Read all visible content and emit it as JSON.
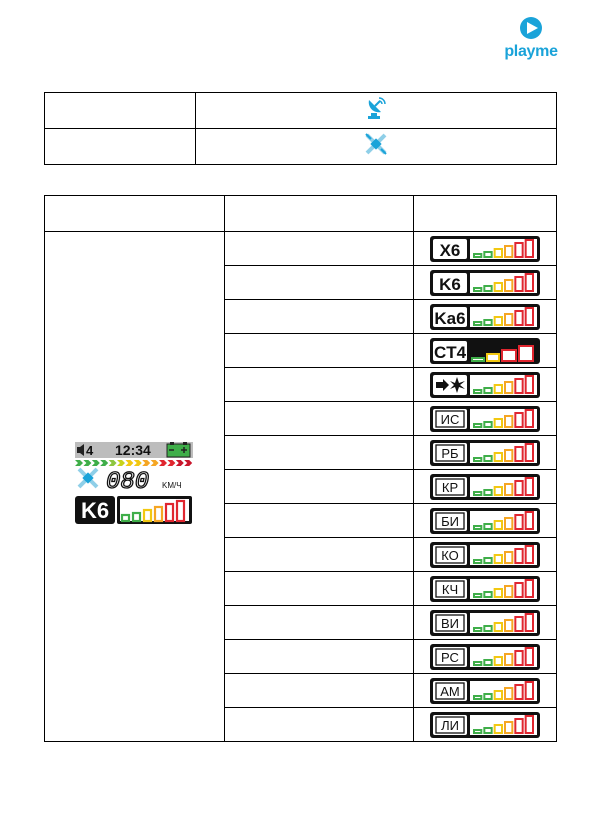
{
  "brand": {
    "name": "playme",
    "color": "#1aa3d9"
  },
  "top_table": {
    "rows": [
      {
        "label": "",
        "icon": "satellite-dish-icon"
      },
      {
        "label": "",
        "icon": "gps-satellite-crossed-icon"
      }
    ]
  },
  "main_table": {
    "headers": [
      "",
      "",
      ""
    ],
    "display": {
      "volume": "4",
      "time": "12:34",
      "speed": "080",
      "speed_unit": "KM/Ч",
      "band": "K6",
      "signal_level": 1.0
    },
    "rows": [
      {
        "description": "",
        "code": "X6",
        "bars": "standard"
      },
      {
        "description": "",
        "code": "K6",
        "bars": "standard"
      },
      {
        "description": "",
        "code": "Ka6",
        "bars": "standard"
      },
      {
        "description": "",
        "code": "CT4",
        "bars": "ct4"
      },
      {
        "description": "",
        "code": "laser",
        "bars": "standard"
      },
      {
        "description": "",
        "code": "ИС",
        "bars": "standard"
      },
      {
        "description": "",
        "code": "РБ",
        "bars": "standard"
      },
      {
        "description": "",
        "code": "КР",
        "bars": "standard"
      },
      {
        "description": "",
        "code": "БИ",
        "bars": "standard"
      },
      {
        "description": "",
        "code": "КО",
        "bars": "standard"
      },
      {
        "description": "",
        "code": "КЧ",
        "bars": "standard"
      },
      {
        "description": "",
        "code": "ВИ",
        "bars": "standard"
      },
      {
        "description": "",
        "code": "РС",
        "bars": "standard"
      },
      {
        "description": "",
        "code": "АМ",
        "bars": "standard"
      },
      {
        "description": "",
        "code": "ЛИ",
        "bars": "standard"
      }
    ]
  },
  "colors": {
    "bar_green": "#3fae49",
    "bar_yellow": "#f2c811",
    "bar_orange": "#f5a623",
    "bar_red": "#e0262f",
    "screen_gray": "#bdbdbd",
    "gps_blue": "#1aa3d9"
  }
}
